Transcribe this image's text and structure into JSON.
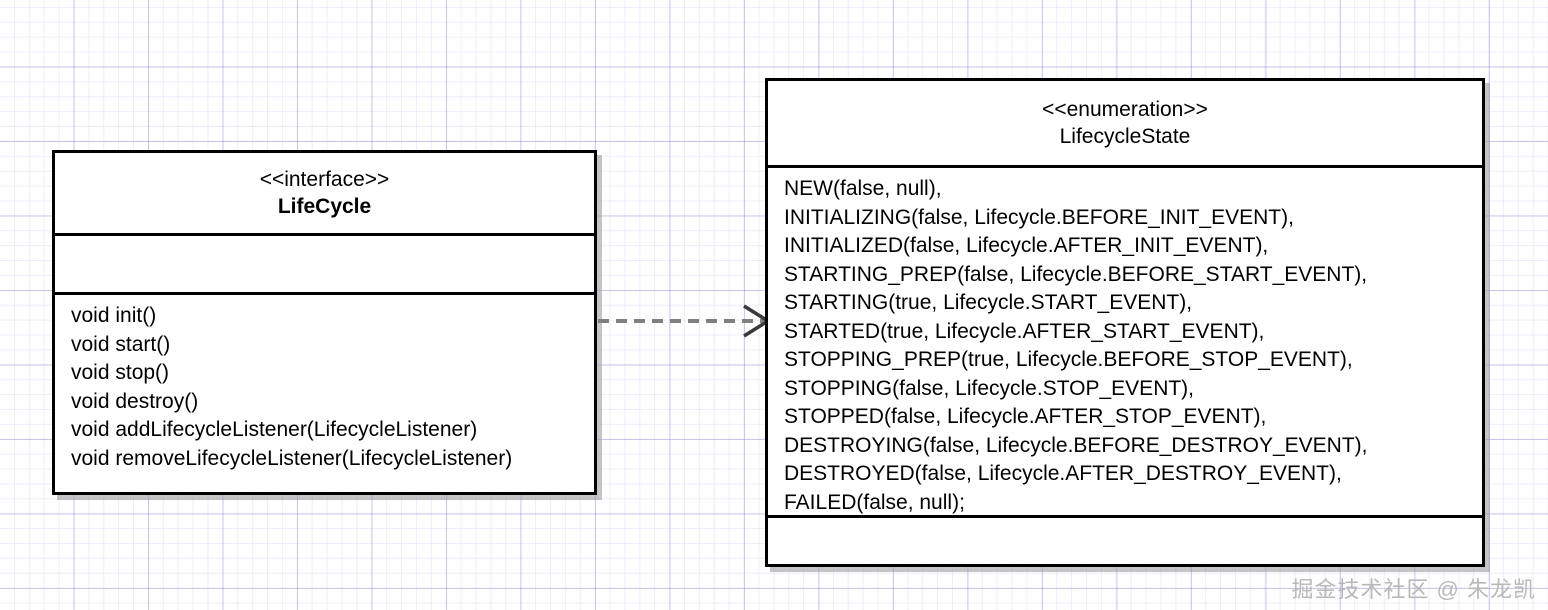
{
  "diagram": {
    "type": "uml-class-diagram",
    "background": {
      "grid": true,
      "grid_color": "#7676d0",
      "page_color": "#ffffff"
    },
    "interface": {
      "stereotype": "<<interface>>",
      "name": "LifeCycle",
      "attributes": [],
      "methods": [
        "void init()",
        "void start()",
        "void stop()",
        "void destroy()",
        "void addLifecycleListener(LifecycleListener)",
        "void removeLifecycleListener(LifecycleListener)"
      ]
    },
    "enumeration": {
      "stereotype": "<<enumeration>>",
      "name": "LifecycleState",
      "constants": [
        "NEW(false, null),",
        "INITIALIZING(false, Lifecycle.BEFORE_INIT_EVENT),",
        "INITIALIZED(false, Lifecycle.AFTER_INIT_EVENT),",
        "STARTING_PREP(false, Lifecycle.BEFORE_START_EVENT),",
        "STARTING(true, Lifecycle.START_EVENT),",
        "STARTED(true, Lifecycle.AFTER_START_EVENT),",
        "STOPPING_PREP(true, Lifecycle.BEFORE_STOP_EVENT),",
        "STOPPING(false, Lifecycle.STOP_EVENT),",
        "STOPPED(false, Lifecycle.AFTER_STOP_EVENT),",
        "DESTROYING(false, Lifecycle.BEFORE_DESTROY_EVENT),",
        "DESTROYED(false, Lifecycle.AFTER_DESTROY_EVENT),",
        "FAILED(false, null);"
      ],
      "members": []
    },
    "connector": {
      "kind": "dependency",
      "style": "dashed",
      "arrowhead": "open",
      "color": "#808080",
      "from": "LifeCycle",
      "to": "LifecycleState"
    },
    "watermark": "掘金技术社区 @ 朱龙凯"
  }
}
